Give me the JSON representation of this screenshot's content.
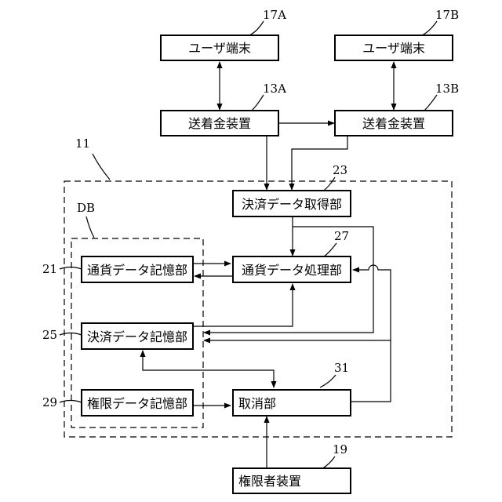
{
  "boxes": {
    "user_terminal_a": "ユーザ端末",
    "user_terminal_b": "ユーザ端末",
    "remittance_device_a": "送着金装置",
    "remittance_device_b": "送着金装置",
    "settlement_data_acquisition": "決済データ取得部",
    "currency_data_storage": "通貨データ記憶部",
    "currency_data_processing": "通貨データ処理部",
    "settlement_data_storage": "決済データ記憶部",
    "authority_data_storage": "権限データ記憶部",
    "cancellation": "取消部",
    "authority_holder_device": "権限者装置"
  },
  "refs": {
    "user_terminal_a": "17A",
    "user_terminal_b": "17B",
    "remittance_device_a": "13A",
    "remittance_device_b": "13B",
    "system": "11",
    "settlement_data_acquisition": "23",
    "database": "DB",
    "currency_data_processing": "27",
    "currency_data_storage": "21",
    "settlement_data_storage": "25",
    "cancellation": "31",
    "authority_data_storage": "29",
    "authority_holder_device": "19"
  }
}
